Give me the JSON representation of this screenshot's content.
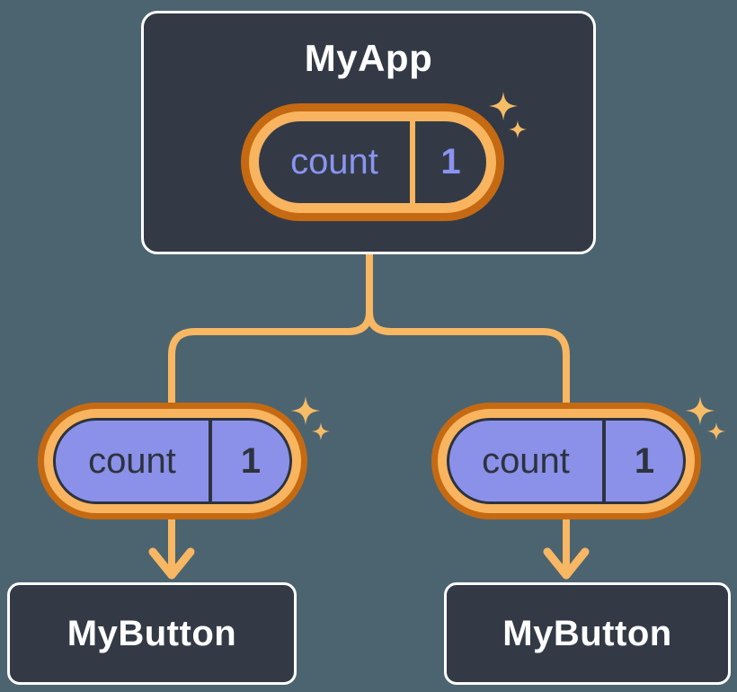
{
  "diagram": {
    "root": {
      "title": "MyApp",
      "state": {
        "name": "count",
        "value": "1"
      }
    },
    "children": [
      {
        "title": "MyButton",
        "prop": {
          "name": "count",
          "value": "1"
        }
      },
      {
        "title": "MyButton",
        "prop": {
          "name": "count",
          "value": "1"
        }
      }
    ]
  },
  "colors": {
    "background": "#4C6470",
    "node_fill": "#333A46",
    "node_border": "#FFFFFF",
    "ring_outer": "#C56A12",
    "ring_inner": "#F8B45F",
    "pill_fill": "#8B91E9",
    "pill_stroke": "#2D333E",
    "connector": "#F7B763",
    "sparkle": "#F6BC66",
    "text_light": "#FFFFFF",
    "text_dark": "#2D333E",
    "text_purple": "#8A94F0"
  }
}
